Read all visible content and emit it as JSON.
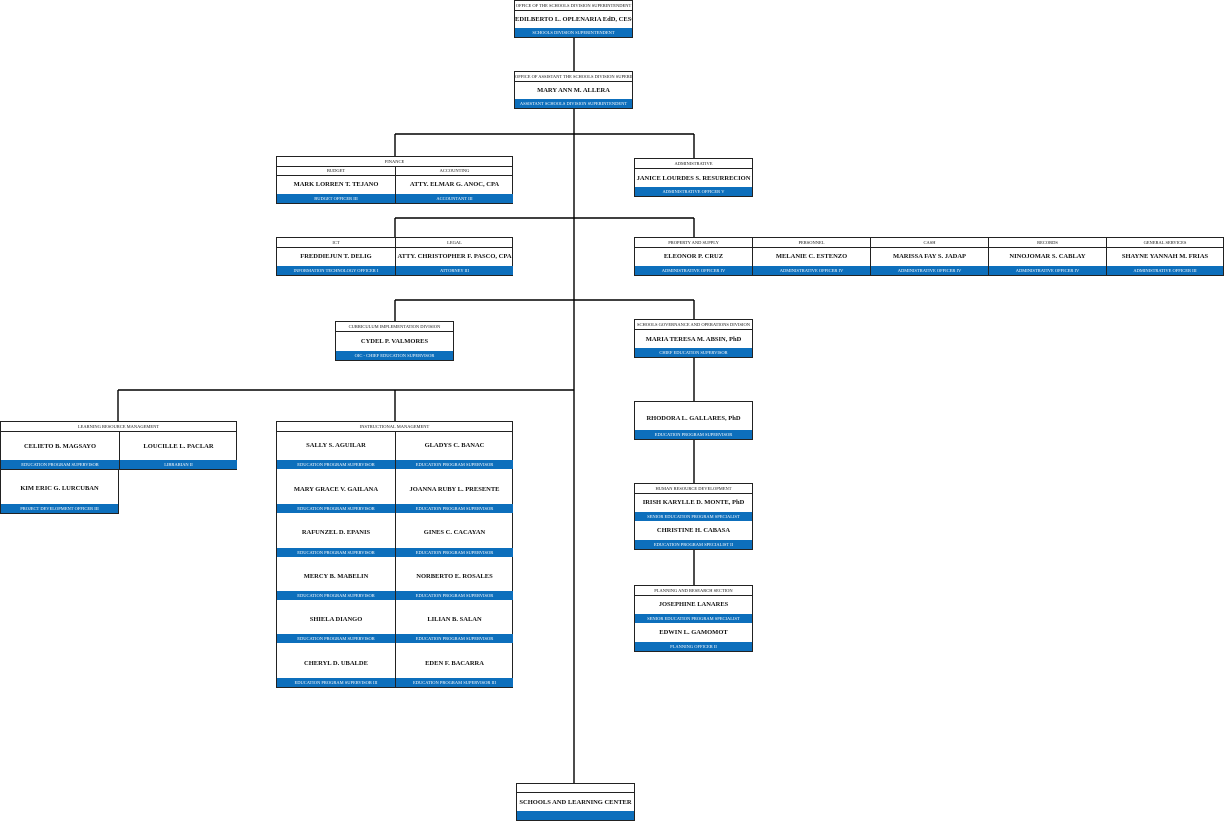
{
  "sds": {
    "office": "OFFICE OF THE SCHOOLS DIVISION SUPERINTENDENT",
    "name": "EDILBERTO L. OPLENARIA EdD, CESO V.",
    "title": "SCHOOLS DIVISION SUPERINTENDENT"
  },
  "asds": {
    "office": "OFFICE OF ASSISTANT THE SCHOOLS DIVISION SUPERINTENDENT",
    "name": "MARY ANN M. ALLERA",
    "title": "ASSISTANT SCHOOLS DIVISION SUPERINTENDENT"
  },
  "finance": {
    "header": "FINANCE",
    "units": [
      {
        "unit": "BUDGET",
        "name": "MARK LORREN T. TEJANO",
        "title": "BUDGET OFFICER III"
      },
      {
        "unit": "ACCOUNTING",
        "name": "ATTY. ELMAR G. ANOC, CPA",
        "title": "ACCOUNTANT III"
      }
    ]
  },
  "administrative": {
    "header": "ADMINISTRATIVE",
    "name": "JANICE LOURDES S. RESURRECION",
    "title": "ADMINISTRATIVE OFFICER V"
  },
  "ict_legal": {
    "units": [
      {
        "unit": "ICT",
        "name": "FREDDIEJUN T. DELIG",
        "title": "INFORMATION TECHNOLOGY  OFFICER I"
      },
      {
        "unit": "LEGAL",
        "name": "ATTY. CHRISTOPHER F. PASCO, CPA",
        "title": "ATTORNEY III"
      }
    ]
  },
  "admin_units": {
    "units": [
      {
        "unit": "PROPERTY AND SUPPLY",
        "name": "ELEONOR P. CRUZ",
        "title": "ADMINISTRATIVE OFFICER IV"
      },
      {
        "unit": "PERSONNEL",
        "name": "MELANIE C. ESTENZO",
        "title": "ADMINISTRATIVE OFFICER IV"
      },
      {
        "unit": "CASH",
        "name": "MARISSA FAY S. JADAP",
        "title": "ADMINISTRATIVE OFFICER IV"
      },
      {
        "unit": "RECORDS",
        "name": "NINOJOMAR S. CABLAY",
        "title": "ADMINISTRATIVE OFFICER IV"
      },
      {
        "unit": "GENERAL SERVICES",
        "name": "SHAYNE YANNAH M. FRIAS",
        "title": "ADMINISTRATIVE OFFICER III"
      }
    ]
  },
  "cid": {
    "header": "CURRICULUM IMPLEMENTATION DIVISION",
    "name": "CYDEL P. VALMORES",
    "title": "OIC - CHIEF EDUCATION SUPERVISOR"
  },
  "sgod": {
    "header": "SCHOOLS GOVERNANCE AND OPERATIONS DIVISION",
    "name": "MARIA TERESA M. ABSIN, PhD",
    "title": "CHIEF EDUCATION SUPERVISOR"
  },
  "lrm": {
    "header": "LEARNING RESOURCE MANAGEMENT",
    "members": [
      {
        "name": "CELIETO B. MAGSAYO",
        "title": "EDUCATION PROGRAM SUPERVISOR"
      },
      {
        "name": "LOUCILLE L. PACLAR",
        "title": "LIBRARIAN II"
      },
      {
        "name": "KIM ERIC G. LURCUBAN",
        "title": "PROJECT DEVELOPMENT OFFICER III"
      }
    ]
  },
  "im": {
    "header": "INSTRUCTIONAL MANAGEMENT",
    "members": [
      {
        "name": "SALLY S. AGUILAR",
        "title": "EDUCATION PROGRAM SUPERVISOR"
      },
      {
        "name": "GLADYS C. BANAC",
        "title": "EDUCATION PROGRAM SUPERVISOR"
      },
      {
        "name": "MARY GRACE V. GAILANA",
        "title": "EDUCATION PROGRAM SUPERVISOR"
      },
      {
        "name": "JOANNA RUBY L. PRESENTE",
        "title": "EDUCATION PROGRAM SUPERVISOR"
      },
      {
        "name": "RAFUNZEL D. EPANIS",
        "title": "EDUCATION PROGRAM SUPERVISOR"
      },
      {
        "name": "GINES C. CACAYAN",
        "title": "EDUCATION PROGRAM SUPERVISOR"
      },
      {
        "name": "MERCY B. MABELIN",
        "title": "EDUCATION PROGRAM SUPERVISOR"
      },
      {
        "name": "NORBERTO E. ROSALES",
        "title": "EDUCATION PROGRAM SUPERVISOR"
      },
      {
        "name": "SHIELA DIANGO",
        "title": "EDUCATION PROGRAM SUPERVISOR"
      },
      {
        "name": "LILIAN B. SALAN",
        "title": "EDUCATION PROGRAM SUPERVISOR"
      },
      {
        "name": "CHERYL D. UBALDE",
        "title": "EDUCATION PROGRAM SUPERVISOR III"
      },
      {
        "name": "EDEN F. BACARRA",
        "title": "EDUCATION PROGRAM SUPERVISOR III"
      }
    ]
  },
  "eps_sgod": {
    "name": "RHODORA L. GALLARES, PhD",
    "title": "EDUCATION PROGRAM SUPERVISOR"
  },
  "hrd": {
    "header": "HUMAN RESOURCE DEVELOPMENT",
    "members": [
      {
        "name": "IRISH KARYLLE D. MONTE, PhD",
        "title": "SENIOR EDUCATION PROGRAM SPECIALIST"
      },
      {
        "name": "CHRISTINE H. CABASA",
        "title": "EDUCATION PROGRAM SPECIALIST II"
      }
    ]
  },
  "prs": {
    "header": "PLANNING AND RESEARCH SECTION",
    "members": [
      {
        "name": "JOSEPHINE LANARES",
        "title": "SENIOR EDUCATION PROGRAM SPECIALIST"
      },
      {
        "name": "EDWIN L. GAMOMOT",
        "title": "PLANNING OFFICER II"
      }
    ]
  },
  "slc": {
    "name": "SCHOOLS AND LEARNING CENTER"
  },
  "colors": {
    "title_bar": "#0d6fbc",
    "line": "#000000"
  }
}
